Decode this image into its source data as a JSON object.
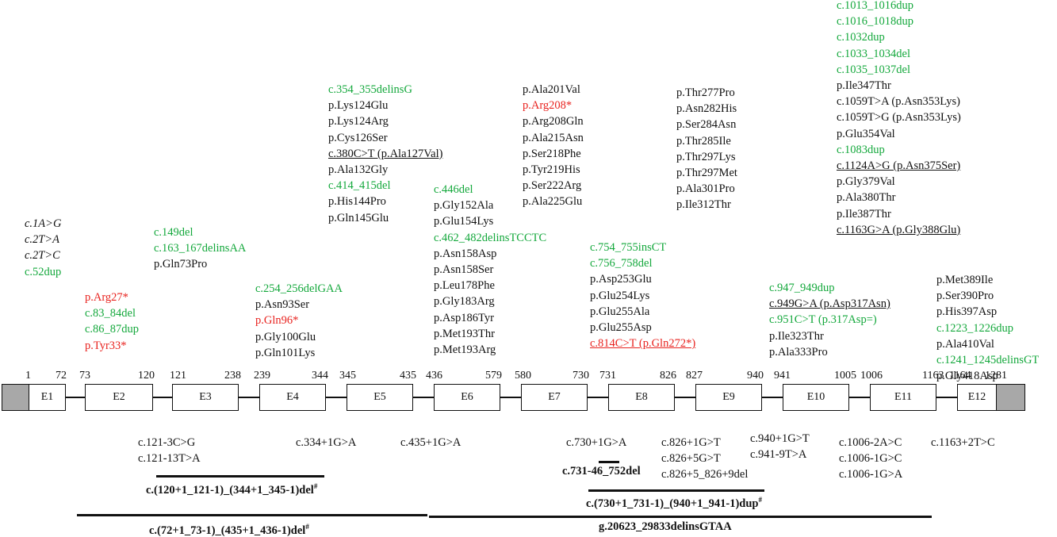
{
  "above_groups": [
    {
      "id": "g1",
      "items": [
        {
          "t": "c.1A>G",
          "c": "black",
          "i": true
        },
        {
          "t": "c.2T>A",
          "c": "black",
          "i": true
        },
        {
          "t": "c.2T>C",
          "c": "black",
          "i": true
        },
        {
          "t": "c.52dup",
          "c": "green"
        }
      ]
    },
    {
      "id": "g2",
      "items": [
        {
          "t": "p.Arg27*",
          "c": "red"
        },
        {
          "t": "c.83_84del",
          "c": "green"
        },
        {
          "t": "c.86_87dup",
          "c": "green"
        },
        {
          "t": "p.Tyr33*",
          "c": "red"
        }
      ]
    },
    {
      "id": "g3",
      "items": [
        {
          "t": "c.149del",
          "c": "green"
        },
        {
          "t": "c.163_167delinsAA",
          "c": "green"
        },
        {
          "t": "p.Gln73Pro",
          "c": "black"
        }
      ]
    },
    {
      "id": "g4",
      "items": [
        {
          "t": "c.254_256delGAA",
          "c": "green"
        },
        {
          "t": "p.Asn93Ser",
          "c": "black"
        },
        {
          "t": "p.Gln96*",
          "c": "red"
        },
        {
          "t": "p.Gly100Glu",
          "c": "black"
        },
        {
          "t": "p.Gln101Lys",
          "c": "black"
        }
      ]
    },
    {
      "id": "g5",
      "items": [
        {
          "t": "c.354_355delinsG",
          "c": "green"
        },
        {
          "t": "p.Lys124Glu",
          "c": "black"
        },
        {
          "t": "p.Lys124Arg",
          "c": "black"
        },
        {
          "t": "p.Cys126Ser",
          "c": "black"
        },
        {
          "t": "c.380C>T (p.Ala127Val)",
          "c": "black",
          "u": true
        },
        {
          "t": "p.Ala132Gly",
          "c": "black"
        },
        {
          "t": "c.414_415del",
          "c": "green"
        },
        {
          "t": "p.His144Pro",
          "c": "black"
        },
        {
          "t": "p.Gln145Glu",
          "c": "black"
        }
      ]
    },
    {
      "id": "g6",
      "items": [
        {
          "t": "c.446del",
          "c": "green"
        },
        {
          "t": "p.Gly152Ala",
          "c": "black"
        },
        {
          "t": "p.Glu154Lys",
          "c": "black"
        },
        {
          "t": "c.462_482delinsTCCTC",
          "c": "green"
        },
        {
          "t": "p.Asn158Asp",
          "c": "black"
        },
        {
          "t": "p.Asn158Ser",
          "c": "black"
        },
        {
          "t": "p.Leu178Phe",
          "c": "black"
        },
        {
          "t": "p.Gly183Arg",
          "c": "black"
        },
        {
          "t": "p.Asp186Tyr",
          "c": "black"
        },
        {
          "t": "p.Met193Thr",
          "c": "black"
        },
        {
          "t": "p.Met193Arg",
          "c": "black"
        }
      ]
    },
    {
      "id": "g7",
      "items": [
        {
          "t": "p.Ala201Val",
          "c": "black"
        },
        {
          "t": "p.Arg208*",
          "c": "red"
        },
        {
          "t": "p.Arg208Gln",
          "c": "black"
        },
        {
          "t": "p.Ala215Asn",
          "c": "black"
        },
        {
          "t": "p.Ser218Phe",
          "c": "black"
        },
        {
          "t": "p.Tyr219His",
          "c": "black"
        },
        {
          "t": "p.Ser222Arg",
          "c": "black"
        },
        {
          "t": "p.Ala225Glu",
          "c": "black"
        }
      ]
    },
    {
      "id": "g8",
      "items": [
        {
          "t": "c.754_755insCT",
          "c": "green"
        },
        {
          "t": "c.756_758del",
          "c": "green"
        },
        {
          "t": "p.Asp253Glu",
          "c": "black"
        },
        {
          "t": "p.Glu254Lys",
          "c": "black"
        },
        {
          "t": "p.Glu255Ala",
          "c": "black"
        },
        {
          "t": "p.Glu255Asp",
          "c": "black"
        },
        {
          "t": "c.814C>T (p.Gln272*)",
          "c": "red",
          "u": true
        }
      ]
    },
    {
      "id": "g9",
      "items": [
        {
          "t": "p.Thr277Pro",
          "c": "black"
        },
        {
          "t": "p.Asn282His",
          "c": "black"
        },
        {
          "t": "p.Ser284Asn",
          "c": "black"
        },
        {
          "t": "p.Thr285Ile",
          "c": "black"
        },
        {
          "t": "p.Thr297Lys",
          "c": "black"
        },
        {
          "t": "p.Thr297Met",
          "c": "black"
        },
        {
          "t": "p.Ala301Pro",
          "c": "black"
        },
        {
          "t": "p.Ile312Thr",
          "c": "black"
        }
      ]
    },
    {
      "id": "g10",
      "items": [
        {
          "t": "c.947_949dup",
          "c": "green"
        },
        {
          "t": "c.949G>A (p.Asp317Asn)",
          "c": "black",
          "u": true
        },
        {
          "t": "c.951C>T (p.317Asp=)",
          "c": "green"
        },
        {
          "t": "p.Ile323Thr",
          "c": "black"
        },
        {
          "t": "p.Ala333Pro",
          "c": "black"
        }
      ]
    },
    {
      "id": "g11",
      "items": [
        {
          "t": "c.1013_1016dup",
          "c": "green"
        },
        {
          "t": "c.1016_1018dup",
          "c": "green"
        },
        {
          "t": "c.1032dup",
          "c": "green"
        },
        {
          "t": "c.1033_1034del",
          "c": "green"
        },
        {
          "t": "c.1035_1037del",
          "c": "green"
        },
        {
          "t": "p.Ile347Thr",
          "c": "black"
        },
        {
          "t": "c.1059T>A (p.Asn353Lys)",
          "c": "black"
        },
        {
          "t": "c.1059T>G (p.Asn353Lys)",
          "c": "black"
        },
        {
          "t": "p.Glu354Val",
          "c": "black"
        },
        {
          "t": "c.1083dup",
          "c": "green"
        },
        {
          "t": "c.1124A>G (p.Asn375Ser)",
          "c": "black",
          "u": true
        },
        {
          "t": "p.Gly379Val",
          "c": "black"
        },
        {
          "t": "p.Ala380Thr",
          "c": "black"
        },
        {
          "t": "p.Ile387Thr",
          "c": "black"
        },
        {
          "t": "c.1163G>A (p.Gly388Glu)",
          "c": "black",
          "u": true
        }
      ]
    },
    {
      "id": "g12",
      "items": [
        {
          "t": "p.Met389Ile",
          "c": "black"
        },
        {
          "t": "p.Ser390Pro",
          "c": "black"
        },
        {
          "t": "p.His397Asp",
          "c": "black"
        },
        {
          "t": "c.1223_1226dup",
          "c": "green"
        },
        {
          "t": "p.Ala410Val",
          "c": "black"
        },
        {
          "t": "c.1241_1245delinsGT",
          "c": "green"
        },
        {
          "t": "p.Gly418Asp",
          "c": "black"
        }
      ]
    }
  ],
  "exons": [
    {
      "name": "E1",
      "start": "1",
      "end": "72"
    },
    {
      "name": "E2",
      "start": "73",
      "end": "120"
    },
    {
      "name": "E3",
      "start": "121",
      "end": "238"
    },
    {
      "name": "E4",
      "start": "239",
      "end": "344"
    },
    {
      "name": "E5",
      "start": "345",
      "end": "435"
    },
    {
      "name": "E6",
      "start": "436",
      "end": "579"
    },
    {
      "name": "E7",
      "start": "580",
      "end": "730"
    },
    {
      "name": "E8",
      "start": "731",
      "end": "826"
    },
    {
      "name": "E9",
      "start": "827",
      "end": "940"
    },
    {
      "name": "E10",
      "start": "941",
      "end": "1005"
    },
    {
      "name": "E11",
      "start": "1006",
      "end": "1163"
    },
    {
      "name": "E12",
      "start": "1164",
      "end": "1281"
    }
  ],
  "splice_groups": [
    {
      "id": "s1",
      "items": [
        "c.121-3C>G",
        "c.121-13T>A"
      ]
    },
    {
      "id": "s2",
      "items": [
        "c.334+1G>A"
      ]
    },
    {
      "id": "s3",
      "items": [
        "c.435+1G>A"
      ]
    },
    {
      "id": "s4",
      "items": [
        "c.730+1G>A"
      ]
    },
    {
      "id": "s5",
      "items": [
        "c.826+1G>T",
        "c.826+5G>T",
        "c.826+5_826+9del"
      ]
    },
    {
      "id": "s6",
      "items": [
        "c.940+1G>T",
        "c.941-9T>A"
      ]
    },
    {
      "id": "s7",
      "items": [
        "c.1006-2A>C",
        "c.1006-1G>C",
        "c.1006-1G>A"
      ]
    },
    {
      "id": "s8",
      "items": [
        "c.1163+2T>C"
      ]
    }
  ],
  "deletions": {
    "d1": {
      "label": "c.(120+1_121-1)_(344+1_345-1)del",
      "sup": "#"
    },
    "d2": {
      "label": "c.731-46_752del",
      "sup": ""
    },
    "d3": {
      "label": "c.(730+1_731-1)_(940+1_941-1)dup",
      "sup": "#"
    },
    "d4": {
      "label": "c.(72+1_73-1)_(435+1_436-1)del",
      "sup": "#"
    },
    "d5": {
      "label": "g.20623_29833delinsGTAA",
      "sup": ""
    }
  }
}
